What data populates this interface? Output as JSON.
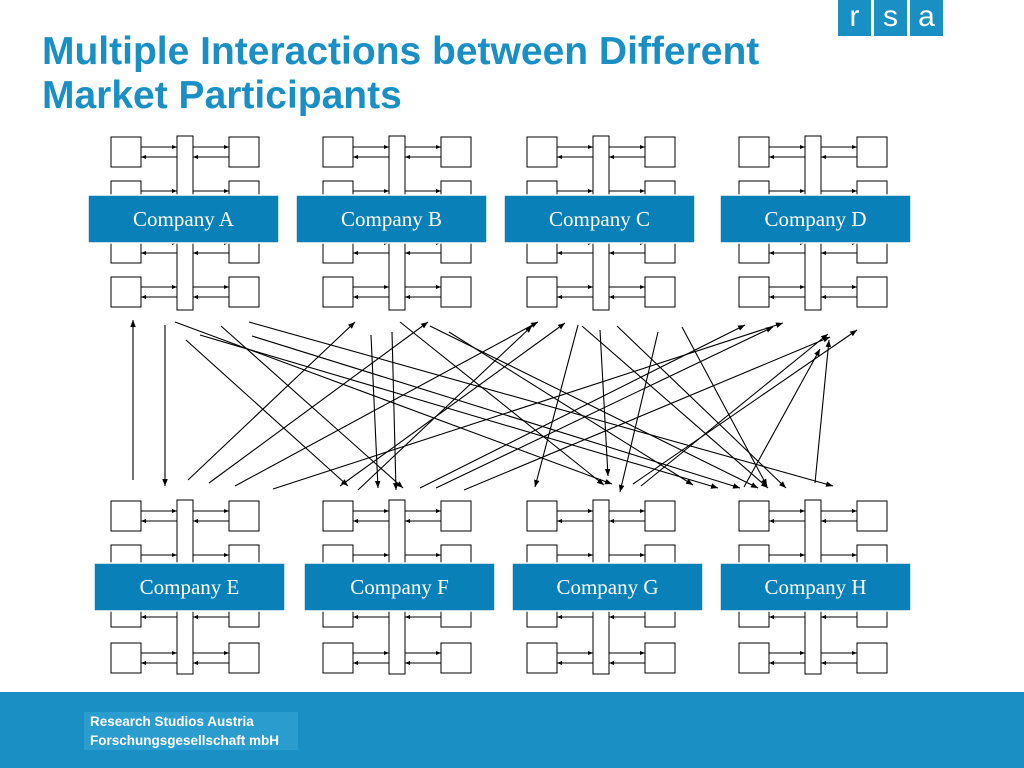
{
  "slide": {
    "title_line1": "Multiple Interactions between Different",
    "title_line2": "Market Participants"
  },
  "logo": {
    "letters": [
      "r",
      "s",
      "a"
    ]
  },
  "footer": {
    "org_line1": "Research Studios Austria",
    "org_line2": "Forschungsgesellschaft mbH"
  },
  "colors": {
    "accent": "#1a8fc4",
    "label_fill": "#0a80b8",
    "box_stroke": "#000000"
  },
  "companies": [
    {
      "id": "A",
      "label": "Company A",
      "row": "top"
    },
    {
      "id": "B",
      "label": "Company B",
      "row": "top"
    },
    {
      "id": "C",
      "label": "Company C",
      "row": "top"
    },
    {
      "id": "D",
      "label": "Company D",
      "row": "top"
    },
    {
      "id": "E",
      "label": "Company E",
      "row": "bottom"
    },
    {
      "id": "F",
      "label": "Company F",
      "row": "bottom"
    },
    {
      "id": "G",
      "label": "Company G",
      "row": "bottom"
    },
    {
      "id": "H",
      "label": "Company H",
      "row": "bottom"
    }
  ]
}
